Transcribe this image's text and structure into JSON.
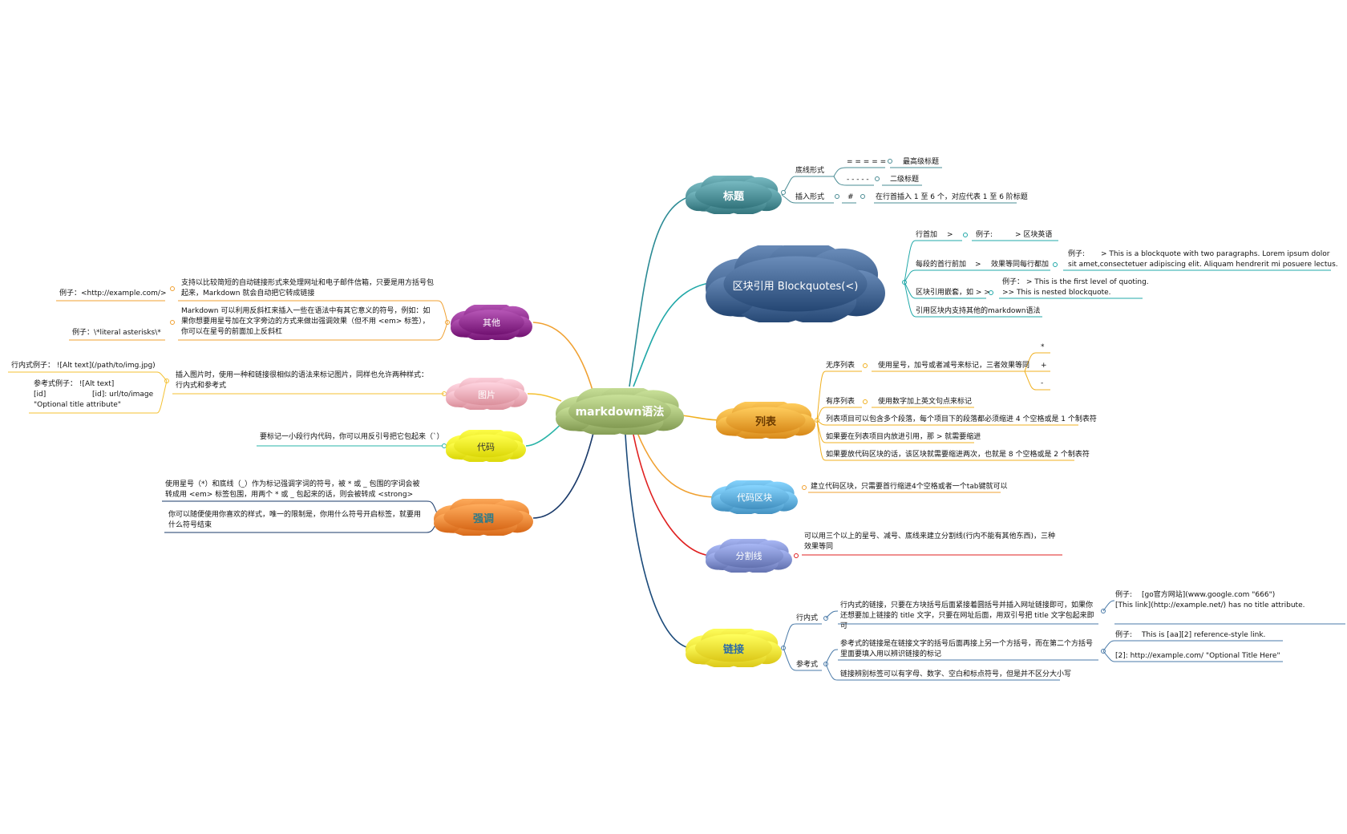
{
  "center": "markdown语法",
  "colors": {
    "title": "#4a8c94",
    "quote": "#3d5f8c",
    "list": "#f0a030",
    "codeblock": "#5aa8d8",
    "hr": "#7b8ac8",
    "link": "#f4e030",
    "other": "#8a2a8a",
    "image": "#f4a8b4",
    "code": "#f4f020",
    "emphasis": "#f08030",
    "center": "#9cb46c"
  },
  "branches": {
    "title": {
      "label": "标题",
      "setext": "底线形式",
      "setext_h1_mark": "= = = = =",
      "setext_h1": "最高级标题",
      "setext_h2_mark": "- - - - -",
      "setext_h2": "二级标题",
      "atx": "插入形式",
      "atx_mark": "#",
      "atx_desc": "在行首插入 1 至 6 个，对应代表 1 至 6 阶标题"
    },
    "quote": {
      "label": "区块引用 Blockquotes(<)",
      "line_start": "行首加",
      "line_start_mark": ">",
      "line_example_label": "例子:",
      "line_example": "> 区块英语",
      "each_para": "每段的首行前加",
      "each_para_mark": ">",
      "each_para_effect": "效果等同每行都加",
      "para_example_label": "例子:",
      "para_example_1": "> This is a blockquote with two paragraphs. Lorem ipsum dolor",
      "para_example_2": "sit amet,consectetuer adipiscing elit. Aliquam hendrerit mi posuere lectus.",
      "nested": "区块引用嵌套，如 > >",
      "nested_example_1": "例子： > This is the first level of quoting.",
      "nested_example_2": ">> This is nested blockquote.",
      "other_syntax": "引用区块内支持其他的markdown语法"
    },
    "list": {
      "label": "列表",
      "unordered": "无序列表",
      "unordered_desc": "使用星号，加号或者减号来标记，三者效果等同",
      "marker_1": "*",
      "marker_2": "+",
      "marker_3": "-",
      "ordered": "有序列表",
      "ordered_desc": "使用数字加上英文句点来标记",
      "note_1": "列表项目可以包含多个段落，每个项目下的段落都必须缩进 4 个空格或是 1 个制表符",
      "note_2": "如果要在列表项目内放进引用，那 > 就需要缩进",
      "note_3": "如果要放代码区块的话，该区块就需要缩进两次，也就是 8 个空格或是 2 个制表符"
    },
    "codeblock": {
      "label": "代码区块",
      "desc": "建立代码区块，只需要首行缩进4个空格或者一个tab键就可以"
    },
    "hr": {
      "label": "分割线",
      "desc": "可以用三个以上的星号、减号、底线来建立分割线(行内不能有其他东西)，三种效果等同"
    },
    "link": {
      "label": "链接",
      "inline": "行内式",
      "inline_desc": "行内式的链接，只要在方块括号后面紧接着圆括号并插入网址链接即可，如果你还想要加上链接的 title 文字，只要在网址后面，用双引号把 title 文字包起来即可",
      "inline_example_label": "例子:",
      "inline_example_1": "[go官方网站](www.google.com \"666\")",
      "inline_example_2": "[This link](http://example.net/) has no title attribute.",
      "reference": "参考式",
      "reference_desc": "参考式的链接是在链接文字的括号后面再接上另一个方括号，而在第二个方括号里面要填入用以辨识链接的标记",
      "reference_example_label": "例子:",
      "reference_example_1": "This is [aa][2] reference-style link.",
      "reference_example_2": "[2]: http://example.com/  \"Optional Title Here\"",
      "reference_note": "链接辨别标签可以有字母、数字、空白和标点符号，但是并不区分大小写"
    },
    "other": {
      "label": "其他",
      "autolink": "支持以比较简短的自动链接形式来处理网址和电子邮件信箱，只要是用方括号包起来，Markdown 就会自动把它转成链接",
      "autolink_example": "例子：<http://example.com/>",
      "escape": "Markdown 可以利用反斜杠来插入一些在语法中有其它意义的符号，例如：如果你想要用星号加在文字旁边的方式来做出强调效果（但不用 <em> 标签），你可以在星号的前面加上反斜杠",
      "escape_example": "例子：\\*literal asterisks\\*"
    },
    "image": {
      "label": "图片",
      "desc": "插入图片时，使用一种和链接很相似的语法来标记图片，同样也允许两种样式：行内式和参考式",
      "inline_example": "行内式例子：    ![Alt text](/path/to/img.jpg)",
      "ref_example_1": "参考式例子：    ![Alt text]",
      "ref_example_2": "[id]",
      "ref_example_3": "[id]: url/to/image",
      "ref_example_4": "\"Optional title attribute\""
    },
    "code": {
      "label": "代码",
      "desc": "要标记一小段行内代码，你可以用反引号把它包起来（`）"
    },
    "emphasis": {
      "label": "强调",
      "desc_1": "使用星号（*）和底线（_）作为标记强调字词的符号，被 * 或 _ 包围的字词会被转成用 <em> 标签包围，用两个 * 或 _ 包起来的话，则会被转成 <strong>",
      "desc_2": "你可以随便使用你喜欢的样式，唯一的限制是，你用什么符号开启标签，就要用什么符号结束"
    }
  }
}
